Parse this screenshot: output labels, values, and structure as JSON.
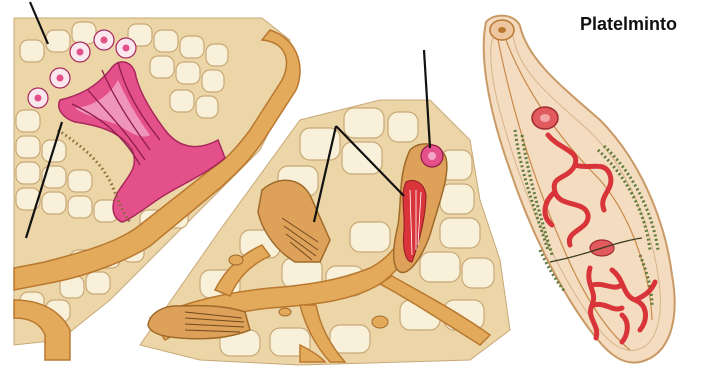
{
  "caption": "Platelminto",
  "colors": {
    "cell_fill": "#f7efd6",
    "cell_stroke": "#c9a877",
    "tissue_background": "#e8cf9e",
    "canal": "#e2a95a",
    "canal_dark": "#b9782f",
    "flame_cell_pink": "#e4508a",
    "flame_cell_light": "#f3a6c6",
    "worm_body": "#f3dcc0",
    "worm_outline": "#c99a66",
    "organ_red": "#d8343a",
    "vitellaria_green": "#5c7a3a",
    "pointer_line": "#111111"
  },
  "icons": [
    "flame-cell",
    "excretory-canal",
    "flatworm"
  ]
}
